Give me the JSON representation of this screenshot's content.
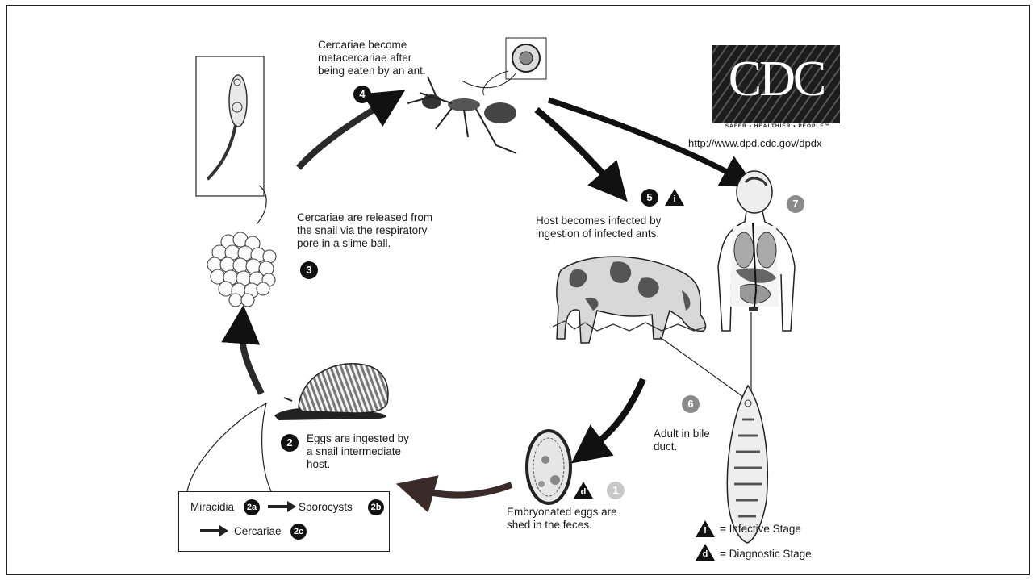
{
  "title": "",
  "stages": {
    "s1": {
      "badge": "1",
      "text": "Embryonated eggs are\nshed in the feces."
    },
    "s2": {
      "badge": "2",
      "text": "Eggs are ingested by\na snail intermediate\nhost."
    },
    "s3": {
      "badge": "3",
      "text": "Cercariae are released from\nthe snail via the respiratory\npore in a slime ball."
    },
    "s4": {
      "badge": "4",
      "text": "Cercariae become\nmetacercariae after\nbeing eaten by an ant."
    },
    "s5": {
      "badge": "5",
      "text": "Host becomes infected by\ningestion of infected ants."
    },
    "s6": {
      "badge": "6",
      "text": "Adult in bile\nduct."
    },
    "s7": {
      "badge": "7"
    }
  },
  "snail_box": {
    "miracidia": "Miracidia",
    "b2a": "2a",
    "sporocysts": "Sporocysts",
    "b2b": "2b",
    "cercariae": "Cercariae",
    "b2c": "2c"
  },
  "legend": {
    "infective_symbol": "i",
    "infective": "= Infective Stage",
    "diagnostic_symbol": "d",
    "diagnostic": "= Diagnostic Stage"
  },
  "cdc": {
    "logo_text": "CDC",
    "tagline": "SAFER • HEALTHIER • PEOPLE™",
    "url": "http://www.dpd.cdc.gov/dpdx"
  },
  "colors": {
    "arrow_dark": "#111111",
    "arrow_red": "#4a2e2e",
    "badge_grey": "#8a8a8a",
    "badge_light": "#c8c8c8"
  }
}
